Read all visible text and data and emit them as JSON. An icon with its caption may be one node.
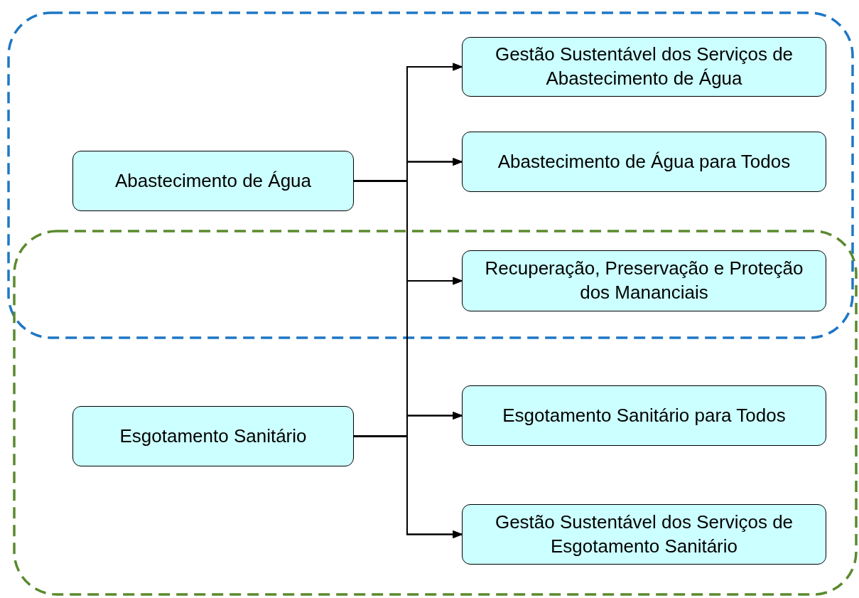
{
  "diagram": {
    "nodes": [
      {
        "text": [
          "Abastecimento de Água"
        ]
      },
      {
        "text": [
          "Esgotamento Sanitário"
        ]
      },
      {
        "text": [
          "Gestão Sustentável dos Serviços de Abastecimento de Água"
        ]
      },
      {
        "text": [
          "Abastecimento de Água para Todos"
        ]
      },
      {
        "text": [
          "Recuperação, Preservação e Proteção dos Mananciais"
        ]
      },
      {
        "text": [
          "Esgotamento Sanitário para Todos"
        ]
      },
      {
        "text": [
          "Gestão Sustentável dos Serviços de Esgotamento Sanitário"
        ]
      }
    ],
    "edges": [
      {
        "from": 0,
        "to": 2,
        "arrow": "to"
      },
      {
        "from": 0,
        "to": 3,
        "arrow": "to"
      },
      {
        "from": 0,
        "to": 4,
        "arrow": "to"
      },
      {
        "from": 0,
        "to": 5,
        "arrow": "to"
      },
      {
        "from": 0,
        "to": 6,
        "arrow": "to"
      },
      {
        "from": 1,
        "to": 2,
        "arrow": "to"
      },
      {
        "from": 1,
        "to": 3,
        "arrow": "to"
      },
      {
        "from": 1,
        "to": 4,
        "arrow": "to"
      },
      {
        "from": 1,
        "to": 5,
        "arrow": "to"
      },
      {
        "from": 1,
        "to": 6,
        "arrow": "to"
      }
    ]
  }
}
